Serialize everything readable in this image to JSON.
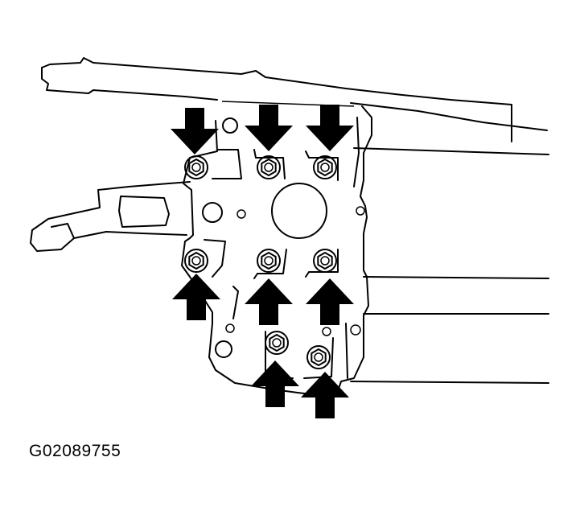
{
  "figure_id": "G02089755",
  "colors": {
    "line": "#000000",
    "background": "#ffffff"
  },
  "bolts": [
    {
      "name": "bolt-upper-left"
    },
    {
      "name": "bolt-upper-center"
    },
    {
      "name": "bolt-upper-right"
    },
    {
      "name": "bolt-middle-left"
    },
    {
      "name": "bolt-middle-center"
    },
    {
      "name": "bolt-middle-right"
    },
    {
      "name": "bolt-lower-left"
    },
    {
      "name": "bolt-lower-right"
    }
  ],
  "arrows": [
    {
      "name": "arrow-upper-left",
      "direction": "down"
    },
    {
      "name": "arrow-upper-center",
      "direction": "down"
    },
    {
      "name": "arrow-upper-right",
      "direction": "down"
    },
    {
      "name": "arrow-middle-left",
      "direction": "up"
    },
    {
      "name": "arrow-middle-center",
      "direction": "up"
    },
    {
      "name": "arrow-middle-right",
      "direction": "up"
    },
    {
      "name": "arrow-lower-left",
      "direction": "up"
    },
    {
      "name": "arrow-lower-right",
      "direction": "up"
    }
  ]
}
